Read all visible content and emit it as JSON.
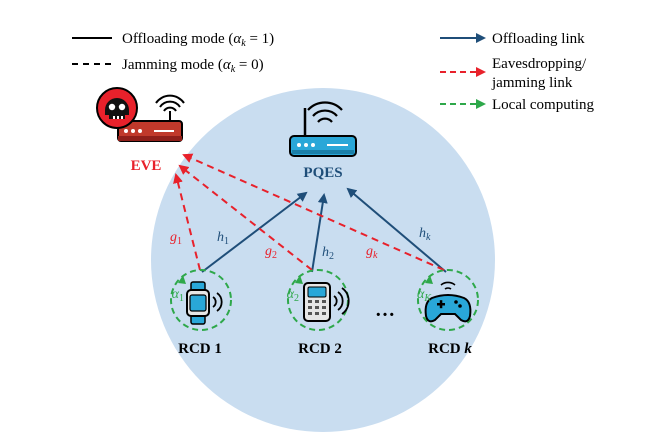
{
  "legend": {
    "offloading_mode": "Offloading mode (",
    "jamming_mode": "Jamming mode (",
    "alpha_sym": "α",
    "k_sub": "k",
    "eq_one": " = 1)",
    "eq_zero": " = 0)",
    "offloading_link": "Offloading link",
    "eaves_line1": "Eavesdropping/",
    "eaves_line2": "jamming link",
    "local_computing": "Local computing"
  },
  "colors": {
    "offloading": "#1f4e79",
    "eavesdropping": "#e8212b",
    "local": "#2ea84a",
    "cell": "#c9ddf0",
    "eve_label": "#e8212b",
    "pqes_label": "#1f4e79"
  },
  "nodes": {
    "eve": {
      "label": "EVE",
      "icon": "skull-router-icon"
    },
    "pqes": {
      "label": "PQES",
      "icon": "router-icon"
    },
    "rcd1": {
      "label": "RCD 1",
      "icon": "smartwatch-icon"
    },
    "rcd2": {
      "label": "RCD 2",
      "icon": "pos-terminal-icon"
    },
    "rcdk": {
      "label": "RCD ",
      "label_k": "k",
      "icon": "gamepad-icon"
    },
    "ellipsis": "…"
  },
  "links": {
    "h1": {
      "sym": "h",
      "sub": "1"
    },
    "h2": {
      "sym": "h",
      "sub": "2"
    },
    "hk": {
      "sym": "h",
      "sub": "k"
    },
    "g1": {
      "sym": "g",
      "sub": "1"
    },
    "g2": {
      "sym": "g",
      "sub": "2"
    },
    "gk": {
      "sym": "g",
      "sub": "k"
    }
  },
  "alphas": {
    "a1": {
      "sym": "α",
      "sub": "1"
    },
    "a2": {
      "sym": "α",
      "sub": "2"
    },
    "ak": {
      "sym": "α",
      "sub": "K"
    }
  }
}
